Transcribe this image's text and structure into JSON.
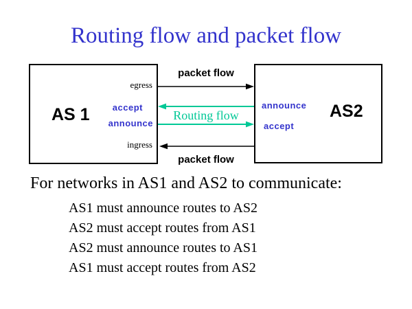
{
  "slide": {
    "title": "Routing flow and packet flow",
    "colors": {
      "title_blue": "#3333cc",
      "policy_blue": "#3333cc",
      "routing_teal": "#00c896",
      "text_black": "#000000",
      "background": "#ffffff"
    }
  },
  "as1": {
    "name": "AS 1",
    "egress_label": "egress",
    "accept_label": "accept",
    "announce_label": "announce",
    "ingress_label": "ingress"
  },
  "as2": {
    "name": "AS2",
    "announce_label": "announce",
    "accept_label": "accept"
  },
  "flows": {
    "packet_flow_top": "packet flow",
    "routing_flow": "Routing flow",
    "packet_flow_bottom": "packet flow"
  },
  "body": {
    "intro": "For networks in AS1 and AS2 to communicate:",
    "requirements": [
      "AS1 must announce routes to AS2",
      "AS2 must accept routes from AS1",
      "AS2 must announce routes to AS1",
      "AS1 must accept routes from AS2"
    ]
  }
}
